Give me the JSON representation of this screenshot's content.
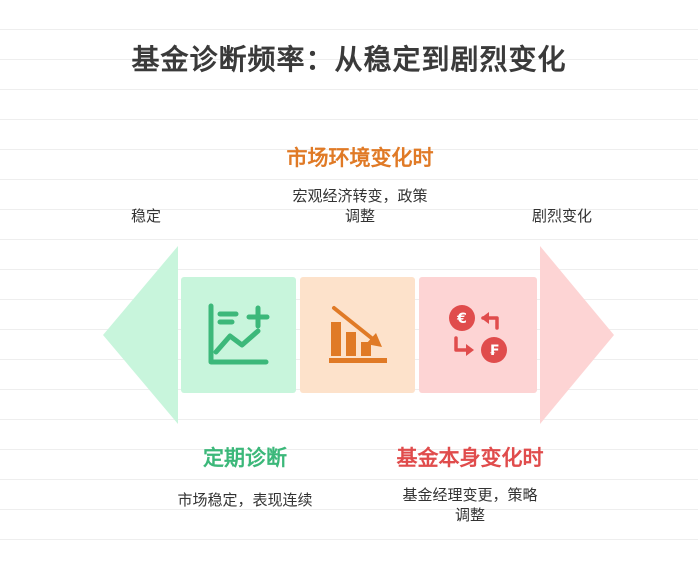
{
  "title": "基金诊断频率：从稳定到剧烈变化",
  "scale": {
    "left_label": "稳定",
    "right_label": "剧烈变化"
  },
  "stages": [
    {
      "heading": "定期诊断",
      "description": "市场稳定，表现连续",
      "icon": "chart-plus-icon",
      "color": "#3cb87a",
      "fill": "#c8f5dc"
    },
    {
      "heading": "市场环境变化时",
      "description_lines": [
        "宏观经济转变，政策",
        "调整"
      ],
      "icon": "declining-bars-icon",
      "color": "#e07a26",
      "fill": "#fde2cb"
    },
    {
      "heading": "基金本身变化时",
      "description_lines": [
        "基金经理变更，策略",
        "调整"
      ],
      "icon": "currency-exchange-icon",
      "color": "#e04c4c",
      "fill": "#fdd4d4"
    }
  ]
}
